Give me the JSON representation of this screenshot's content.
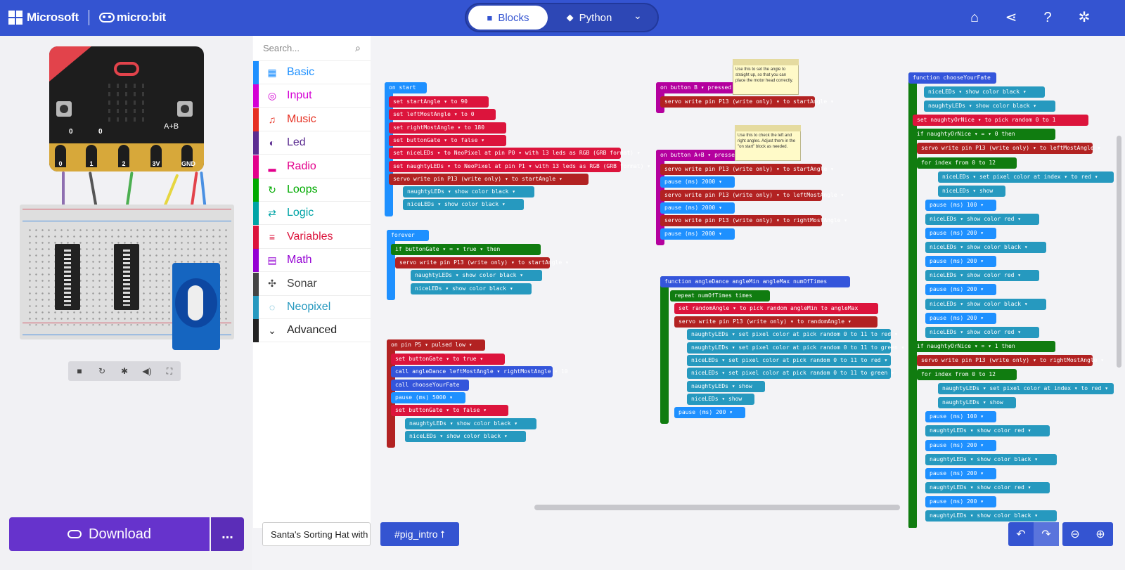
{
  "header": {
    "brand_ms": "Microsoft",
    "brand_mb": "micro:bit",
    "mode_blocks": "Blocks",
    "mode_python": "Python",
    "icons": [
      "home-icon",
      "share-icon",
      "help-icon",
      "settings-icon"
    ]
  },
  "simulator": {
    "pin_labels": [
      "0",
      "1",
      "2",
      "3V",
      "GND"
    ],
    "pin_values": [
      "0",
      "0"
    ],
    "ab_label": "A+B"
  },
  "toolbox": {
    "search_placeholder": "Search...",
    "categories": [
      {
        "label": "Basic",
        "color": "#1e90ff",
        "icon": "grid-icon"
      },
      {
        "label": "Input",
        "color": "#d400d4",
        "icon": "target-icon"
      },
      {
        "label": "Music",
        "color": "#e63022",
        "icon": "headphones-icon"
      },
      {
        "label": "Led",
        "color": "#5c2d91",
        "icon": "toggle-icon"
      },
      {
        "label": "Radio",
        "color": "#e3008c",
        "icon": "signal-icon"
      },
      {
        "label": "Loops",
        "color": "#00aa00",
        "icon": "refresh-icon"
      },
      {
        "label": "Logic",
        "color": "#00a4a6",
        "icon": "shuffle-icon"
      },
      {
        "label": "Variables",
        "color": "#dc143c",
        "icon": "list-icon"
      },
      {
        "label": "Math",
        "color": "#9400d3",
        "icon": "calculator-icon"
      },
      {
        "label": "Sonar",
        "color": "#444444",
        "icon": "puzzle-icon"
      },
      {
        "label": "Neopixel",
        "color": "#2699bf",
        "icon": "ring-icon"
      },
      {
        "label": "Advanced",
        "color": "#222222",
        "icon": "chevron-down-icon"
      }
    ]
  },
  "workspace": {
    "on_start": {
      "title": "on start",
      "lines": [
        "set  startAngle ▾  to  90",
        "set  leftMostAngle ▾  to  0",
        "set  rightMostAngle ▾  to  180",
        "set  buttonGate ▾  to  false ▾",
        "set  niceLEDs ▾  to  NeoPixel at pin  P0 ▾  with  13  leds as  RGB (GRB format) ▾",
        "set  naughtyLEDs ▾  to  NeoPixel at pin  P1 ▾  with  13  leds as  RGB (GRB format) ▾",
        "servo write pin  P13 (write only) ▾  to  startAngle ▾",
        "naughtyLEDs ▾  show color  black ▾",
        "niceLEDs ▾  show color  black ▾"
      ]
    },
    "forever": {
      "title": "forever",
      "lines": [
        "if   buttonGate ▾  = ▾   true ▾    then",
        "servo write pin  P13 (write only) ▾  to  startAngle ▾",
        "naughtyLEDs ▾  show color  black ▾",
        "niceLEDs ▾  show color  black ▾"
      ]
    },
    "on_pin": {
      "title": "on pin  P5 ▾  pulsed  low ▾",
      "lines": [
        "set  buttonGate ▾  to  true ▾",
        "call angleDance  leftMostAngle ▾  rightMostAngle ▾  10",
        "call chooseYourFate",
        "pause (ms)  5000 ▾",
        "set  buttonGate ▾  to  false ▾",
        "naughtyLEDs ▾  show color  black ▾",
        "niceLEDs ▾  show color  black ▾"
      ]
    },
    "on_button_b": {
      "title": "on button  B ▾  pressed",
      "lines": [
        "servo write pin  P13 (write only) ▾  to  startAngle ▾"
      ],
      "comment": "Use this to set the angle to straight up, so that you can place the motor head correctly."
    },
    "on_button_ab": {
      "title": "on button  A+B ▾  pressed",
      "lines": [
        "servo write pin  P13 (write only) ▾  to  startAngle ▾",
        "pause (ms)  2000 ▾",
        "servo write pin  P13 (write only) ▾  to  leftMostAngle ▾",
        "pause (ms)  2000 ▾",
        "servo write pin  P13 (write only) ▾  to  rightMostAngle ▾",
        "pause (ms)  2000 ▾"
      ],
      "comment": "Use this to check the left and right angles. Adjust them in the \"on start\" block as needed."
    },
    "angle_dance": {
      "title": "function  angleDance  angleMin  angleMax  numOfTimes",
      "lines": [
        "repeat  numOfTimes  times",
        "set  randomAngle ▾  to  pick random  angleMin  to  angleMax",
        "servo write pin  P13 (write only) ▾  to  randomAngle ▾",
        "naughtyLEDs ▾  set pixel color at  pick random  0  to  11  to  red ▾",
        "naughtyLEDs ▾  set pixel color at  pick random  0  to  11  to  green ▾",
        "niceLEDs ▾  set pixel color at  pick random  0  to  11  to  red ▾",
        "niceLEDs ▾  set pixel color at  pick random  0  to  11  to  green ▾",
        "naughtyLEDs ▾  show",
        "niceLEDs ▾  show",
        "pause (ms)  200 ▾"
      ]
    },
    "choose_fate": {
      "title": "function  chooseYourFate",
      "lines": [
        "niceLEDs ▾  show color  black ▾",
        "naughtyLEDs ▾  show color  black ▾",
        "set  naughtyOrNice ▾  to  pick random  0  to  1",
        "if   naughtyOrNice ▾  = ▾   0    then",
        "servo write pin  P13 (write only) ▾  to  leftMostAngle ▾",
        "for  index  from 0 to  12",
        "niceLEDs ▾  set pixel color at  index ▾  to  red ▾",
        "niceLEDs ▾  show",
        "pause (ms)  100 ▾",
        "niceLEDs ▾  show color  red ▾",
        "pause (ms)  200 ▾",
        "niceLEDs ▾  show color  black ▾",
        "pause (ms)  200 ▾",
        "niceLEDs ▾  show color  red ▾",
        "pause (ms)  200 ▾",
        "niceLEDs ▾  show color  black ▾",
        "pause (ms)  200 ▾",
        "niceLEDs ▾  show color  red ▾",
        "if   naughtyOrNice ▾  = ▾   1    then",
        "servo write pin  P13 (write only) ▾  to  rightMostAngle ▾",
        "for  index  from 0 to  12",
        "naughtyLEDs ▾  set pixel color at  index ▾  to  red ▾",
        "naughtyLEDs ▾  show",
        "pause (ms)  100 ▾",
        "naughtyLEDs ▾  show color  red ▾",
        "pause (ms)  200 ▾",
        "naughtyLEDs ▾  show color  black ▾",
        "pause (ms)  200 ▾",
        "naughtyLEDs ▾  show color  red ▾",
        "pause (ms)  200 ▾",
        "naughtyLEDs ▾  show color  black ▾"
      ]
    }
  },
  "bottom": {
    "download": "Download",
    "more": "...",
    "project_name": "Santa's Sorting Hat with",
    "github": "#pig_intro ⭡"
  }
}
